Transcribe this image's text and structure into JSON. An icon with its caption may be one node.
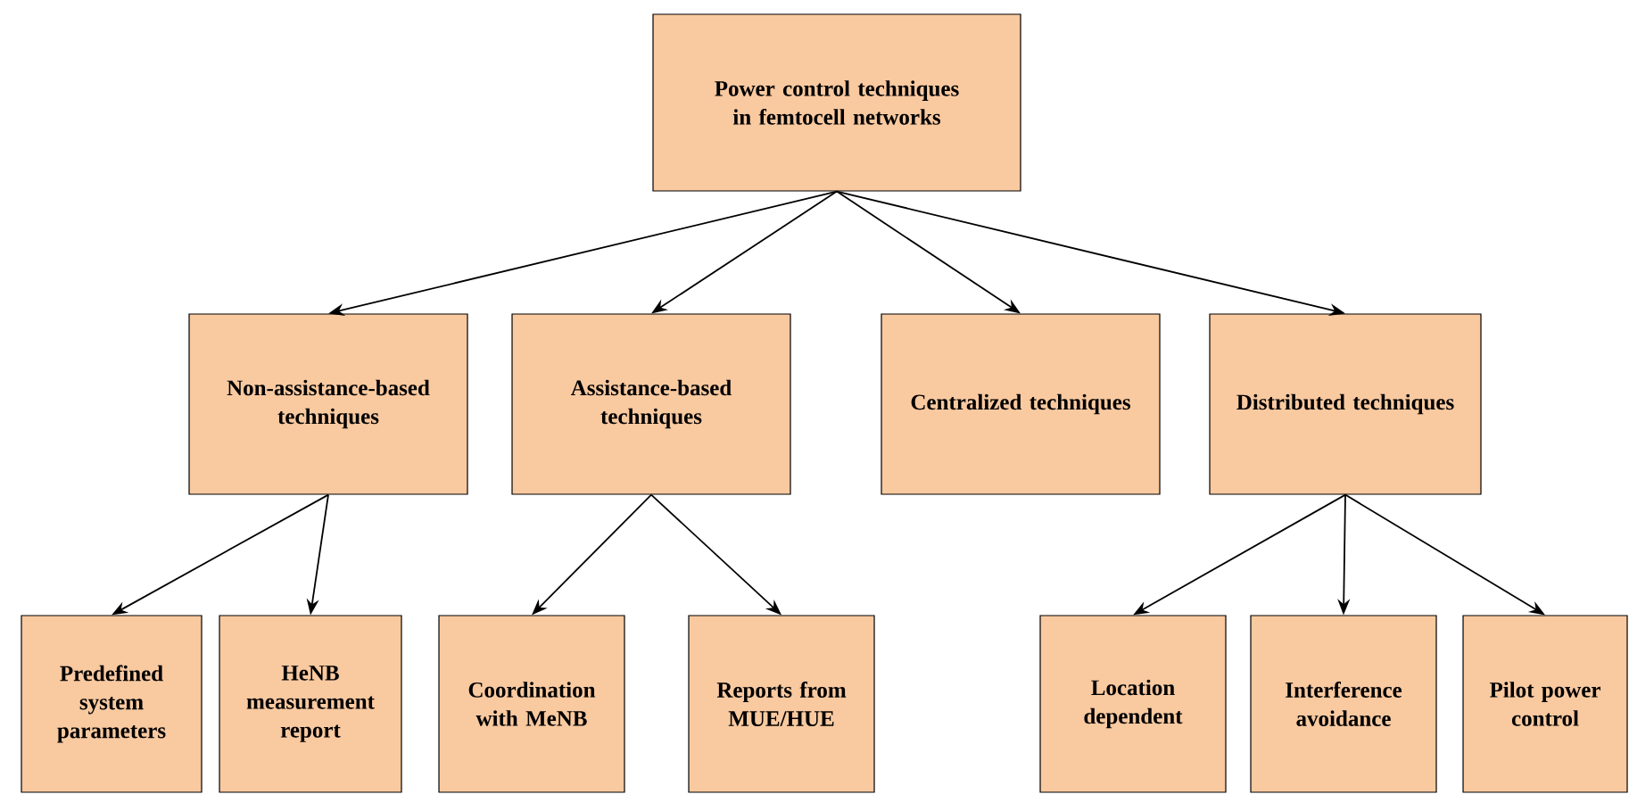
{
  "diagram": {
    "nodes": [
      {
        "text": [
          "Power control techniques in femtocell networks"
        ]
      },
      {
        "text": [
          "Non-assistance-based techniques"
        ]
      },
      {
        "text": [
          "Assistance-based techniques"
        ]
      },
      {
        "text": [
          "Centralized techniques"
        ]
      },
      {
        "text": [
          "Distributed techniques"
        ]
      },
      {
        "text": [
          "Predefined system parameters"
        ]
      },
      {
        "text": [
          "HeNB measurement report"
        ]
      },
      {
        "text": [
          "Coordination with MeNB"
        ]
      },
      {
        "text": [
          "Reports from MUE/HUE"
        ]
      },
      {
        "text": [
          "Location dependent"
        ]
      },
      {
        "text": [
          "Interference avoidance"
        ]
      },
      {
        "text": [
          "Pilot power control"
        ]
      }
    ],
    "edges": [
      {
        "from": 0,
        "to": 1,
        "arrow": "to"
      },
      {
        "from": 0,
        "to": 2,
        "arrow": "to"
      },
      {
        "from": 0,
        "to": 3,
        "arrow": "to"
      },
      {
        "from": 0,
        "to": 4,
        "arrow": "to"
      },
      {
        "from": 1,
        "to": 5,
        "arrow": "to"
      },
      {
        "from": 1,
        "to": 6,
        "arrow": "to"
      },
      {
        "from": 2,
        "to": 7,
        "arrow": "to"
      },
      {
        "from": 2,
        "to": 8,
        "arrow": "to"
      },
      {
        "from": 4,
        "to": 9,
        "arrow": "to"
      },
      {
        "from": 4,
        "to": 10,
        "arrow": "to"
      },
      {
        "from": 4,
        "to": 11,
        "arrow": "to"
      }
    ]
  }
}
